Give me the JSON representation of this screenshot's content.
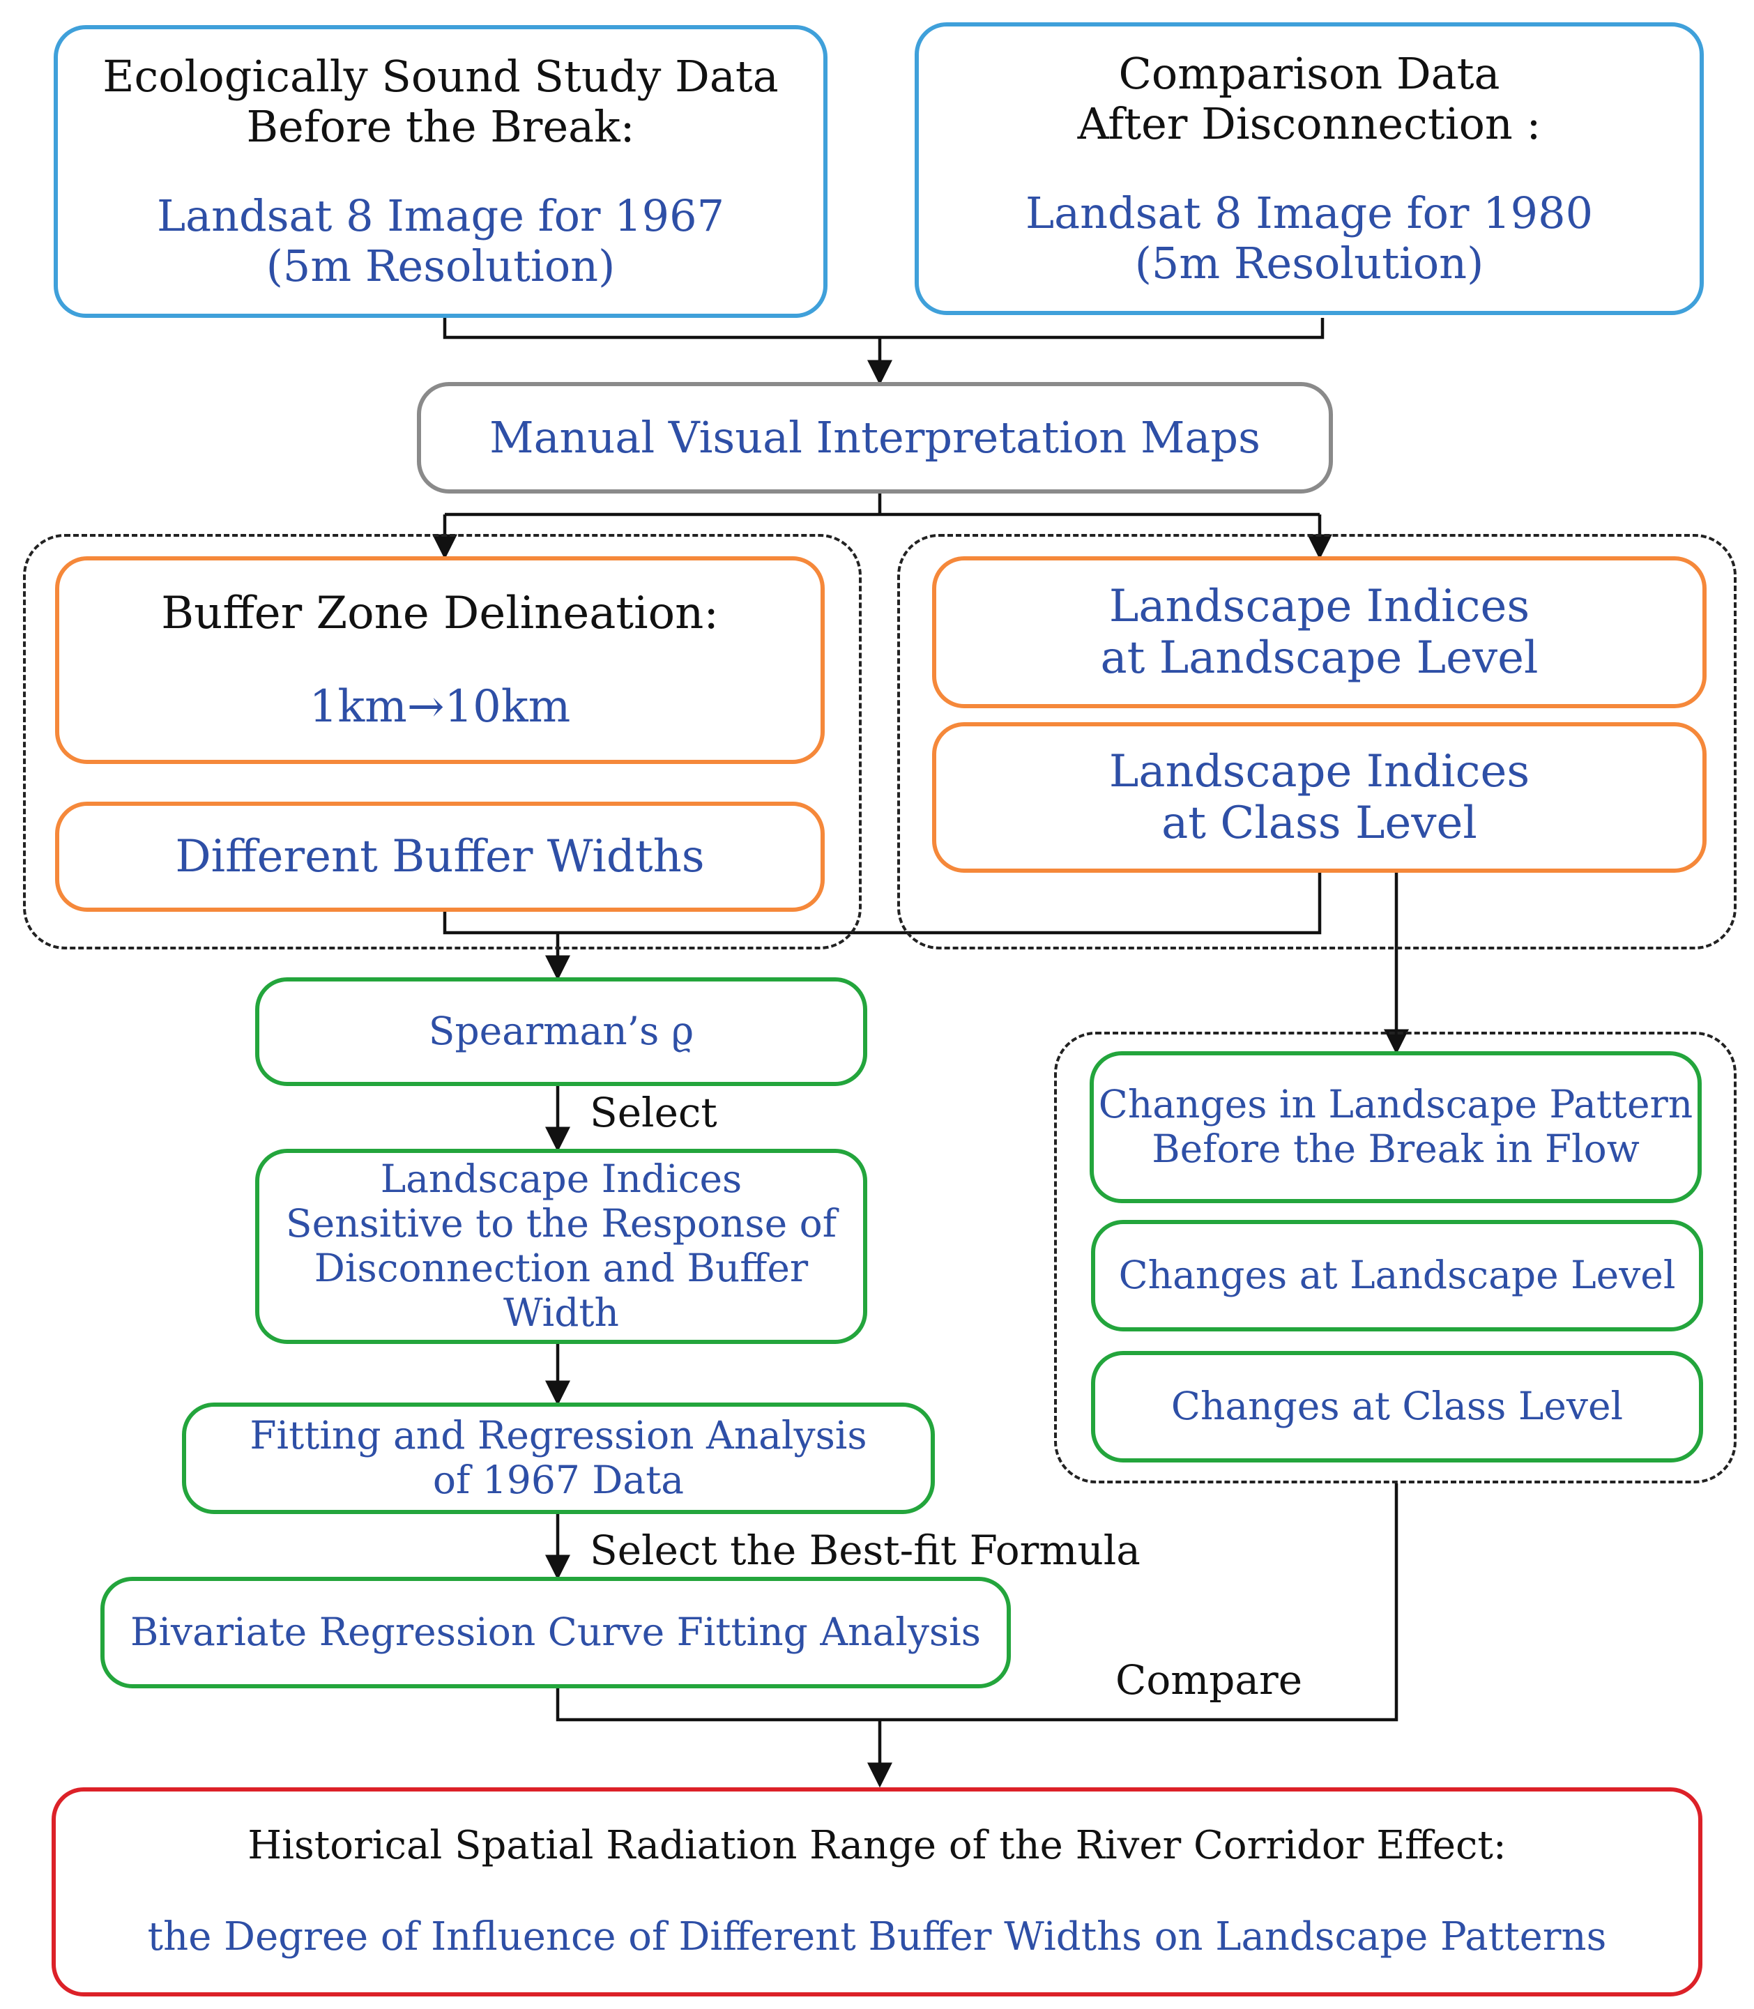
{
  "colors": {
    "input_border": "#3FA0DA",
    "processing_border": "#8A8A8A",
    "analysis_border": "#F5883A",
    "result_border": "#23A53C",
    "conclusion_border": "#DC2128",
    "heading_text": "#111111",
    "body_text": "#2E4FA6"
  },
  "inputs": {
    "before": {
      "heading_line1": "Ecologically Sound Study Data",
      "heading_line2": "Before the Break:",
      "body_line1": "Landsat 8 Image for 1967",
      "body_line2": "(5m Resolution)"
    },
    "after": {
      "heading_line1": "Comparison Data",
      "heading_line2": "After Disconnection :",
      "body_line1": "Landsat 8 Image for 1980",
      "body_line2": "(5m Resolution)"
    }
  },
  "interpretation": {
    "label": "Manual Visual Interpretation Maps"
  },
  "buffer_group": {
    "delineation_heading": "Buffer Zone Delineation:",
    "delineation_range": "1km→10km",
    "widths": "Different Buffer Widths"
  },
  "indices_group": {
    "landscape_line1": "Landscape Indices",
    "landscape_line2": "at Landscape Level",
    "class_line1": "Landscape Indices",
    "class_line2": "at Class Level"
  },
  "left_chain": {
    "spearman": "Spearman’s ϱ",
    "select_label": "Select",
    "sensitive_line1": "Landscape  Indices",
    "sensitive_line2": "Sensitive to the Response of",
    "sensitive_line3": "Disconnection and Buffer Width",
    "fitting_line1": "Fitting and Regression Analysis",
    "fitting_line2": "of 1967 Data",
    "best_fit_label": "Select the Best-fit Formula",
    "bivariate": "Bivariate Regression Curve Fitting Analysis"
  },
  "changes_group": {
    "pattern_line1": "Changes in Landscape Pattern",
    "pattern_line2": "Before the Break in Flow",
    "landscape_level": "Changes at Landscape Level",
    "class_level": "Changes at Class Level"
  },
  "compare_label": "Compare",
  "conclusion": {
    "heading": "Historical Spatial Radiation Range of the River Corridor Effect:",
    "body": "the Degree of Influence of Different Buffer Widths on Landscape Patterns"
  }
}
